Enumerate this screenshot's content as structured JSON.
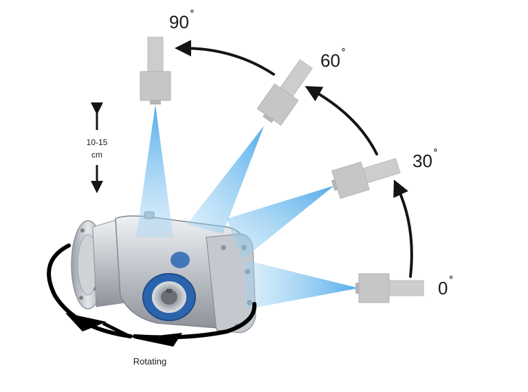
{
  "angles": [
    {
      "value": "0",
      "unit": "˚"
    },
    {
      "value": "30",
      "unit": "˚"
    },
    {
      "value": "60",
      "unit": "˚"
    },
    {
      "value": "90",
      "unit": "˚"
    }
  ],
  "distance": {
    "line1": "10-15",
    "line2": "cm"
  },
  "rotation_label": "Rotating",
  "colors": {
    "beam": "#5ab4ec",
    "sensor": "#c9c9c9",
    "arrow": "#141414",
    "gearbox": "#c3c7cd",
    "shaft_ring": "#1f5fae"
  },
  "icons": [
    "camera-sensor-icon",
    "gearbox-icon",
    "curved-arrow-icon",
    "double-arrow-icon"
  ]
}
